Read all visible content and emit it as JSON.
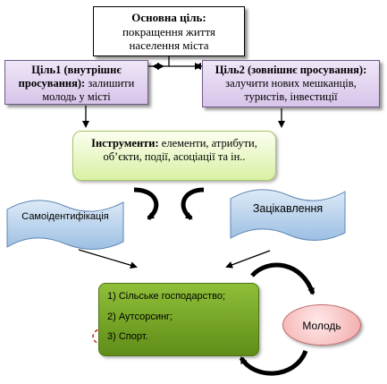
{
  "main_goal": {
    "title": "Основна ціль:",
    "line1": "покращення життя",
    "line2": "населення міста"
  },
  "goal1": {
    "title": "Ціль1 (внутрішнє просування):",
    "text": "залишити молодь у місті"
  },
  "goal2": {
    "title": "Ціль2 (зовнішнє просування):",
    "text": "залучити нових мешканців, туристів, інвестиції"
  },
  "tools": {
    "title": "Інструменти:",
    "text_line1": "елементи, атрибути,",
    "text_line2": "об’єкти, події, асоціації та ін.."
  },
  "self_identification": "Самоідентифікація",
  "interest": "Зацікавлення",
  "actions": [
    "1) Сільське господарство;",
    "2) Аутсорсинг;",
    "3) Спорт."
  ],
  "youth": "Молодь",
  "colors": {
    "goal_fill": "#e3d6f0",
    "tools_fill": "#e8f6c4",
    "wave_fill": "#aac8e6",
    "actions_fill": "#7aa82a",
    "youth_fill": "#f6bcbc",
    "highlight_ellipse": "#c0392b"
  }
}
